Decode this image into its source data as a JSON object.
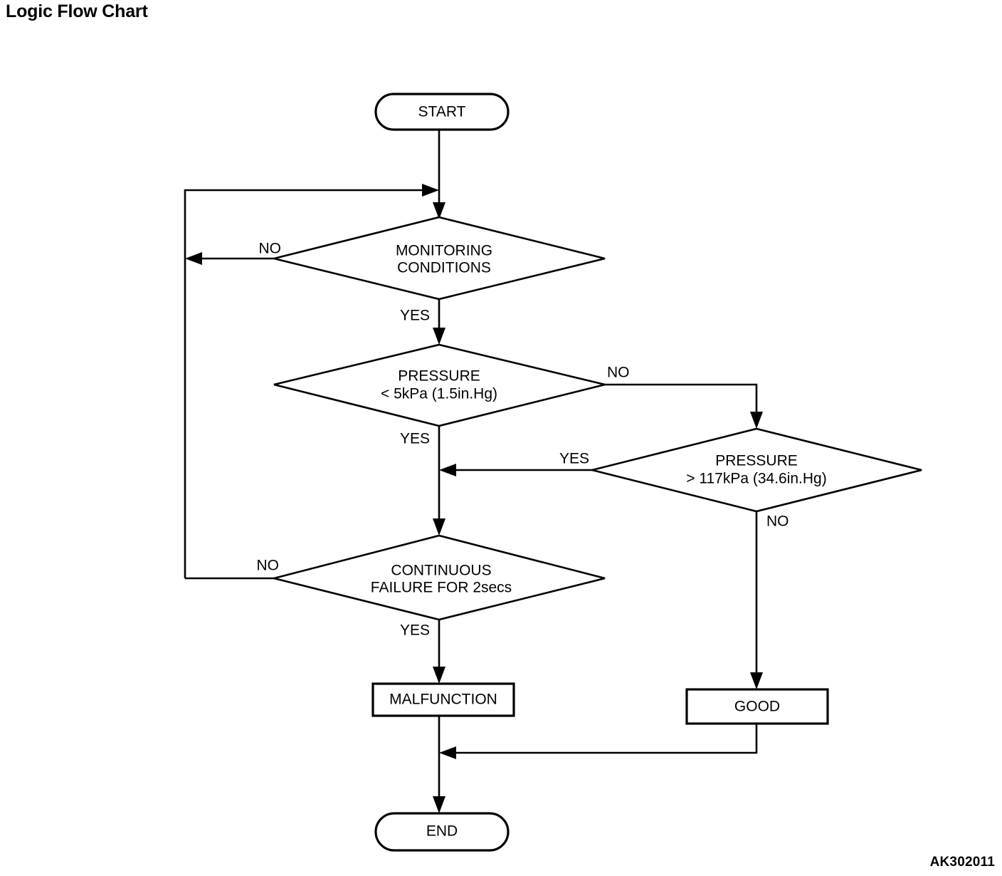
{
  "page": {
    "title": "Logic Flow Chart",
    "figure_code": "AK302011",
    "background_color": "#ffffff",
    "line_color": "#000000"
  },
  "chart_data": {
    "type": "diagram",
    "diagram_kind": "flowchart",
    "title": "Logic Flow Chart",
    "nodes": [
      {
        "id": "start",
        "shape": "terminator",
        "label": "START"
      },
      {
        "id": "monitoring",
        "shape": "decision",
        "label_line1": "MONITORING",
        "label_line2": "CONDITIONS"
      },
      {
        "id": "press_low",
        "shape": "decision",
        "label_line1": "PRESSURE",
        "label_line2": "< 5kPa (1.5in.Hg)"
      },
      {
        "id": "press_high",
        "shape": "decision",
        "label_line1": "PRESSURE",
        "label_line2": "> 117kPa (34.6in.Hg)"
      },
      {
        "id": "cont_fail",
        "shape": "decision",
        "label_line1": "CONTINUOUS",
        "label_line2": "FAILURE FOR 2secs"
      },
      {
        "id": "malfunction",
        "shape": "process",
        "label": "MALFUNCTION"
      },
      {
        "id": "good",
        "shape": "process",
        "label": "GOOD"
      },
      {
        "id": "end",
        "shape": "terminator",
        "label": "END"
      }
    ],
    "edges": [
      {
        "from": "start",
        "to": "monitoring",
        "label": ""
      },
      {
        "from": "monitoring",
        "to": "monitoring",
        "label": "NO",
        "route": "left-loop-back-to-top"
      },
      {
        "from": "monitoring",
        "to": "press_low",
        "label": "YES"
      },
      {
        "from": "press_low",
        "to": "press_high",
        "label": "NO",
        "route": "right-then-down"
      },
      {
        "from": "press_low",
        "to": "cont_fail",
        "label": "YES"
      },
      {
        "from": "press_high",
        "to": "cont_fail",
        "label": "YES",
        "route": "left-merge-to-main"
      },
      {
        "from": "press_high",
        "to": "good",
        "label": "NO"
      },
      {
        "from": "cont_fail",
        "to": "monitoring",
        "label": "NO",
        "route": "left-loop-back-to-top"
      },
      {
        "from": "cont_fail",
        "to": "malfunction",
        "label": "YES"
      },
      {
        "from": "malfunction",
        "to": "end",
        "label": ""
      },
      {
        "from": "good",
        "to": "end",
        "label": "",
        "route": "down-then-left-merge"
      }
    ],
    "edge_labels": [
      "NO",
      "YES",
      "NO",
      "YES",
      "YES",
      "NO",
      "NO",
      "YES"
    ]
  },
  "labels": {
    "start": "START",
    "end": "END",
    "malfunction": "MALFUNCTION",
    "good": "GOOD",
    "monitoring_l1": "MONITORING",
    "monitoring_l2": "CONDITIONS",
    "press_low_l1": "PRESSURE",
    "press_low_l2": "< 5kPa (1.5in.Hg)",
    "press_high_l1": "PRESSURE",
    "press_high_l2": "> 117kPa (34.6in.Hg)",
    "cont_fail_l1": "CONTINUOUS",
    "cont_fail_l2": "FAILURE FOR 2secs",
    "no_monitoring": "NO",
    "yes_monitoring": "YES",
    "no_press_low": "NO",
    "yes_press_low": "YES",
    "yes_press_high": "YES",
    "no_press_high": "NO",
    "no_cont_fail": "NO",
    "yes_cont_fail": "YES"
  }
}
